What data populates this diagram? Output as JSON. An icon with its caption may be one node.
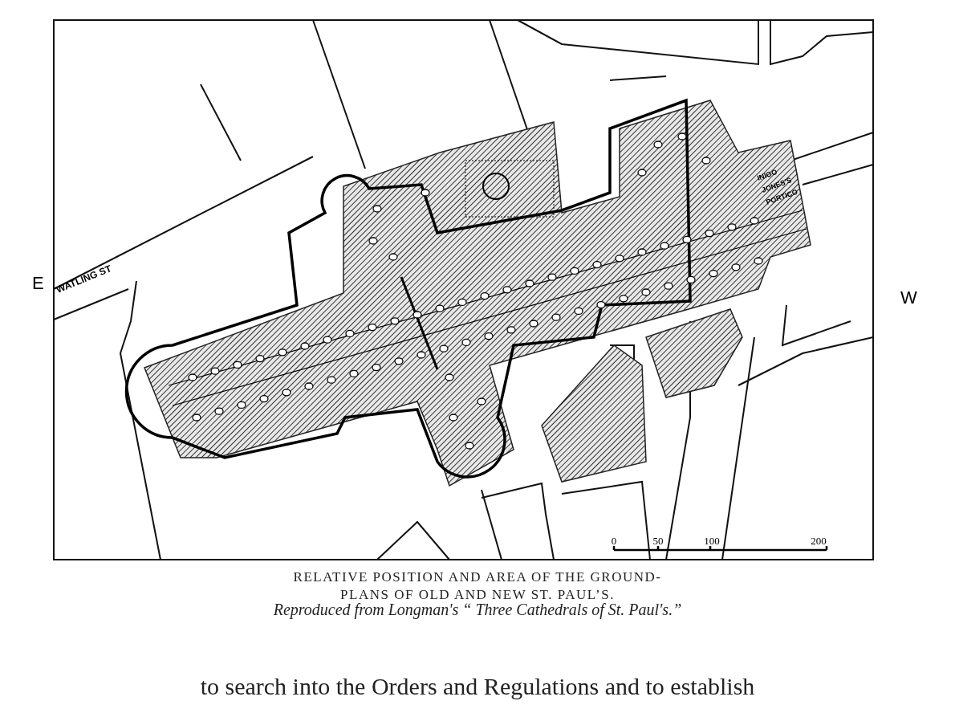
{
  "diagram": {
    "caption": "RELATIVE POSITION AND AREA OF THE GROUND-PLANS OF OLD AND NEW ST. PAUL’S.",
    "labels": [
      "E",
      "W",
      "WATLING ST",
      "INIGO JONES'S PORTICO",
      "0",
      "50",
      "100",
      "200",
      "Reproduced from Longman's “ Three Cathedrals of St. Paul's.”",
      "to search into the Orders and Regulations and to establish"
    ]
  }
}
